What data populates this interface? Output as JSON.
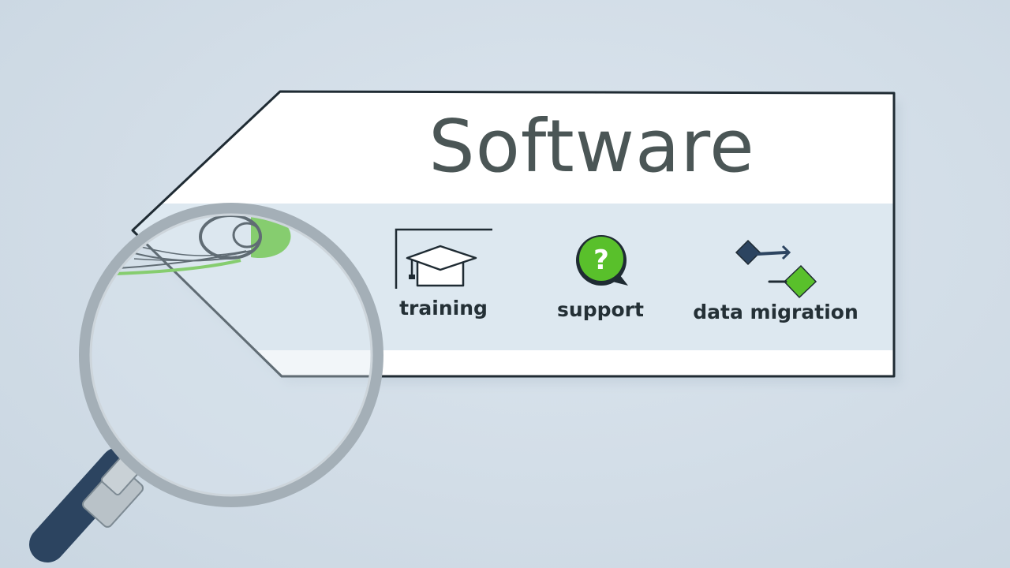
{
  "tag": {
    "title": "Software",
    "features": [
      {
        "label": "training",
        "icon": "graduation-cap-icon"
      },
      {
        "label": "support",
        "icon": "question-bubble-icon"
      },
      {
        "label": "data migration",
        "icon": "data-transfer-icon"
      }
    ]
  },
  "colors": {
    "background": "#d2dde7",
    "tag_fill": "#ffffff",
    "band": "#dde8f0",
    "accent_green": "#59c02b",
    "navy": "#2c4460",
    "text": "#4b5656"
  }
}
